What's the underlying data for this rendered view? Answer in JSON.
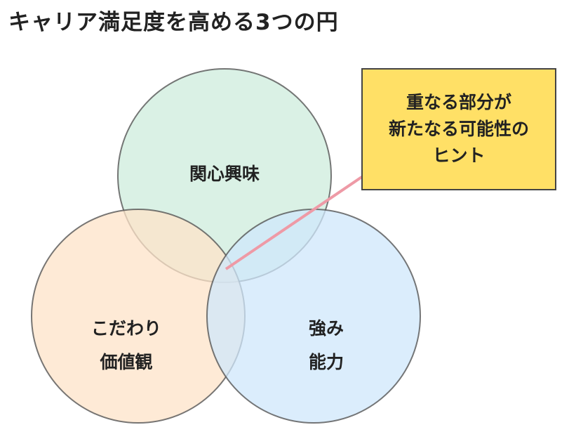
{
  "title": "キャリア満足度を高める3つの円",
  "circles": {
    "interest": {
      "line1": "関心興味",
      "color": "#D3EFE1"
    },
    "values": {
      "line1": "こだわり",
      "line2": "価値観",
      "color": "#FDE3C8"
    },
    "strength": {
      "line1": "強み",
      "line2": "能力",
      "color": "#D3E9FB"
    }
  },
  "callout": {
    "lines": [
      "重なる部分が",
      "新たなる可能性の",
      "ヒント"
    ],
    "color": "#FFE066",
    "pointer_color": "#EE9AA6"
  }
}
